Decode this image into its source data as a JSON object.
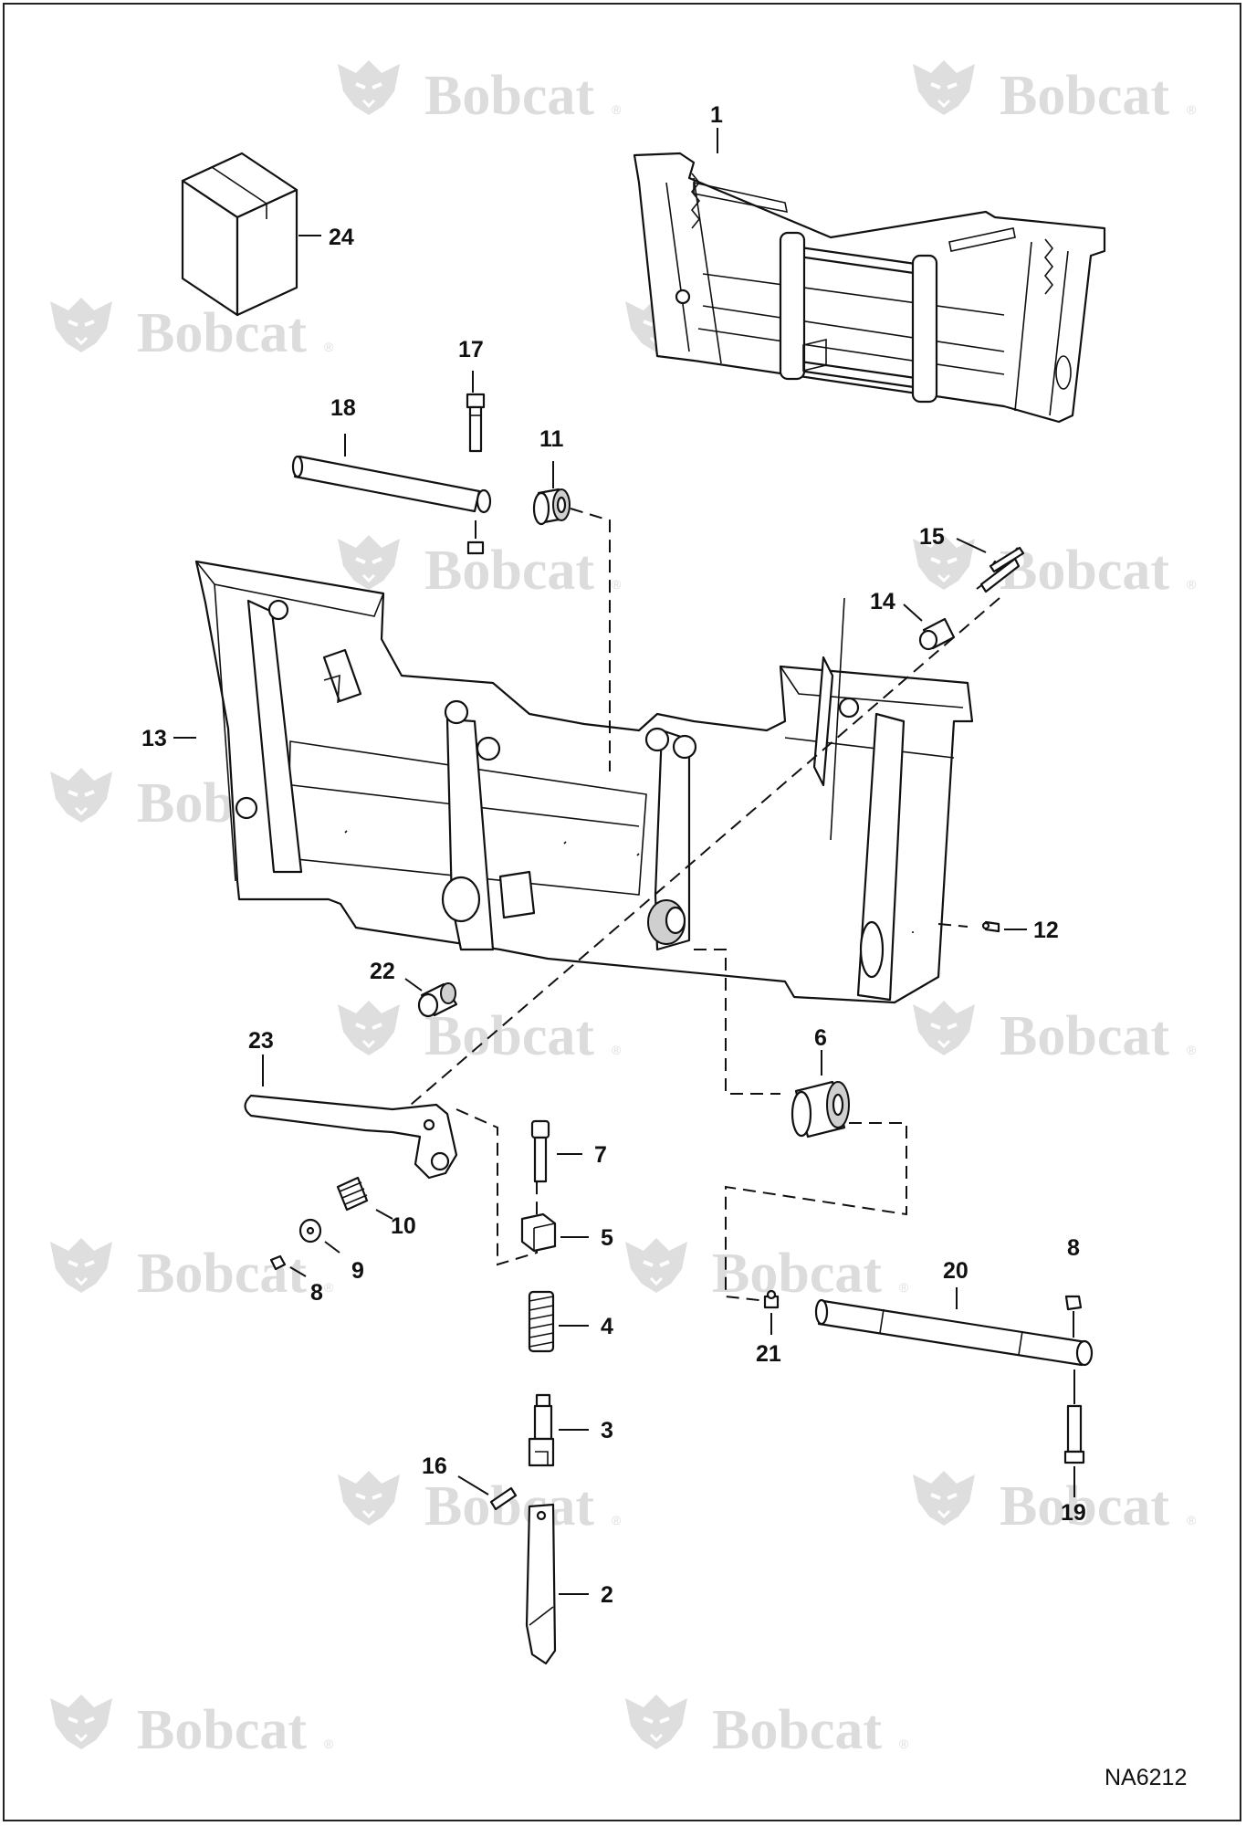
{
  "watermark": {
    "text": "Bobcat",
    "reg_mark": "®",
    "logo_icon": "bobcat-head-icon"
  },
  "drawing_id": "NA6212",
  "callouts": [
    {
      "id": "c1",
      "label": "1"
    },
    {
      "id": "c2",
      "label": "2"
    },
    {
      "id": "c3",
      "label": "3"
    },
    {
      "id": "c4",
      "label": "4"
    },
    {
      "id": "c5",
      "label": "5"
    },
    {
      "id": "c6",
      "label": "6"
    },
    {
      "id": "c7",
      "label": "7"
    },
    {
      "id": "c8a",
      "label": "8"
    },
    {
      "id": "c8b",
      "label": "8"
    },
    {
      "id": "c9",
      "label": "9"
    },
    {
      "id": "c10",
      "label": "10"
    },
    {
      "id": "c11",
      "label": "11"
    },
    {
      "id": "c12",
      "label": "12"
    },
    {
      "id": "c13",
      "label": "13"
    },
    {
      "id": "c14",
      "label": "14"
    },
    {
      "id": "c15",
      "label": "15"
    },
    {
      "id": "c16",
      "label": "16"
    },
    {
      "id": "c17",
      "label": "17"
    },
    {
      "id": "c18",
      "label": "18"
    },
    {
      "id": "c19",
      "label": "19"
    },
    {
      "id": "c20",
      "label": "20"
    },
    {
      "id": "c21",
      "label": "21"
    },
    {
      "id": "c22",
      "label": "22"
    },
    {
      "id": "c23",
      "label": "23"
    },
    {
      "id": "c24",
      "label": "24"
    }
  ]
}
